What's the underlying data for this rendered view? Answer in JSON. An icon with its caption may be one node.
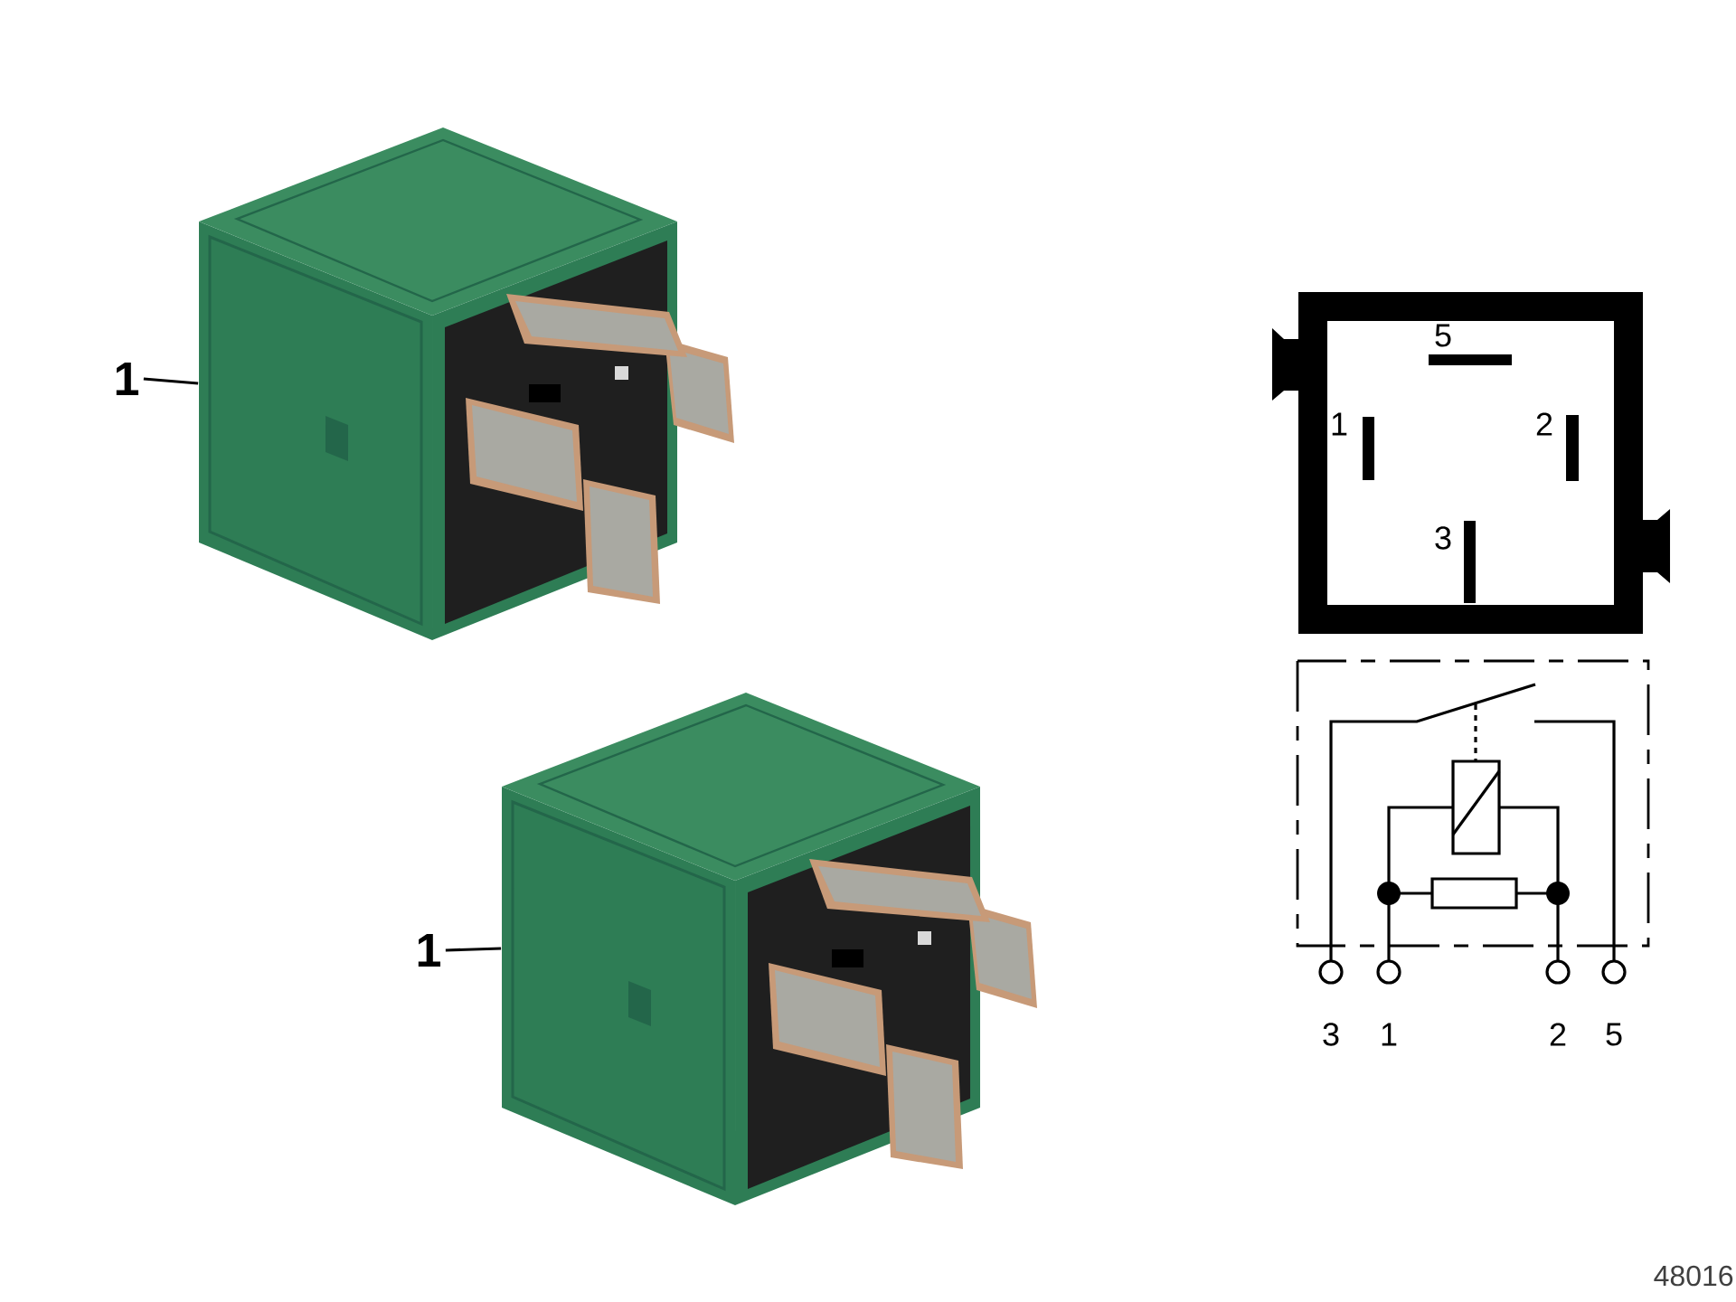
{
  "diagram": {
    "nodes": [
      {
        "text": [
          "1"
        ]
      },
      {
        "text": [],
        "shape": "picture"
      },
      {
        "text": [
          "1"
        ]
      },
      {
        "text": [],
        "shape": "picture"
      }
    ],
    "edges": [
      {
        "from": 0,
        "to": 1,
        "arrow": "none"
      },
      {
        "from": 2,
        "to": 3,
        "arrow": "none"
      }
    ],
    "labels": [
      "5",
      "1",
      "2",
      "3",
      "3",
      "1",
      "2",
      "5",
      "48016"
    ]
  }
}
